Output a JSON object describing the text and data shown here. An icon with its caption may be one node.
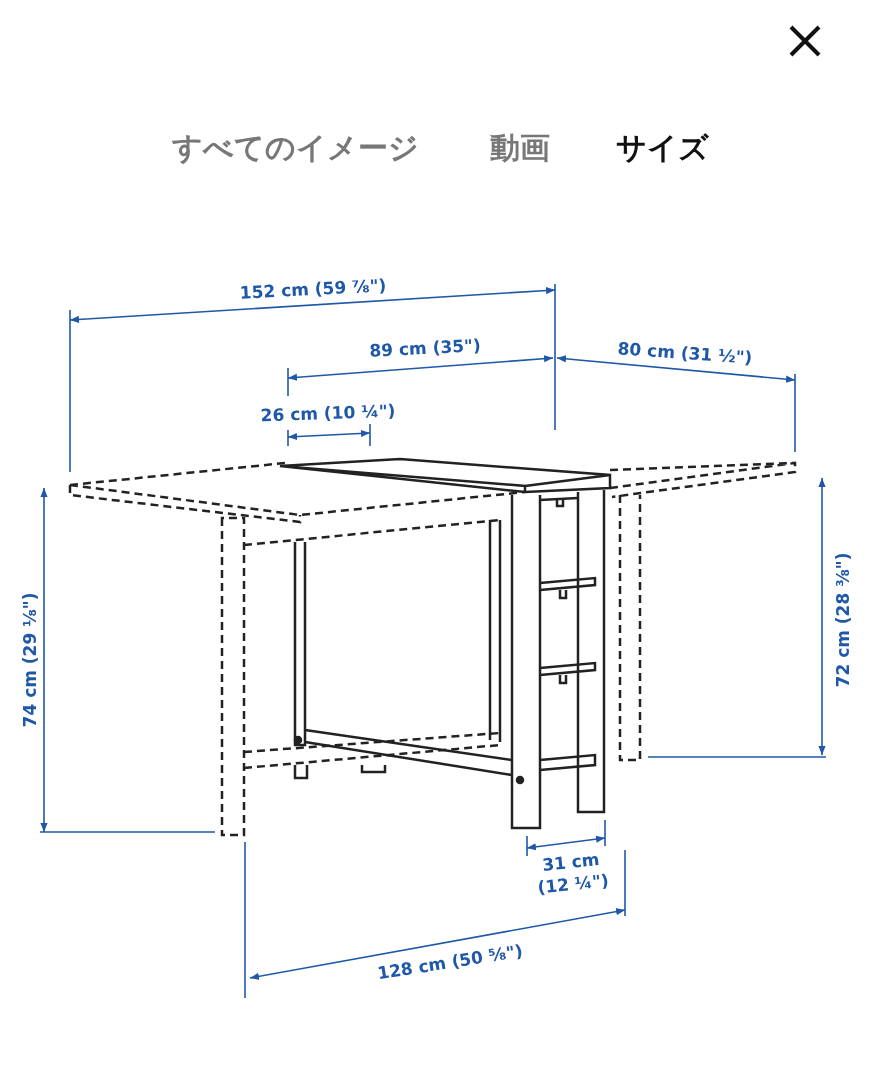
{
  "diagram": {
    "labels": [
      "すべてのイメージ",
      "動画",
      "サイズ",
      "152 cm (59 ⅞\")",
      "89 cm (35\")",
      "80 cm (31 ½\")",
      "26 cm (10 ¼\")",
      "74 cm (29 ⅛\")",
      "72 cm (28 ⅜\")",
      "31 cm (12 ¼\")",
      "128 cm (50 ⅝\")"
    ]
  }
}
